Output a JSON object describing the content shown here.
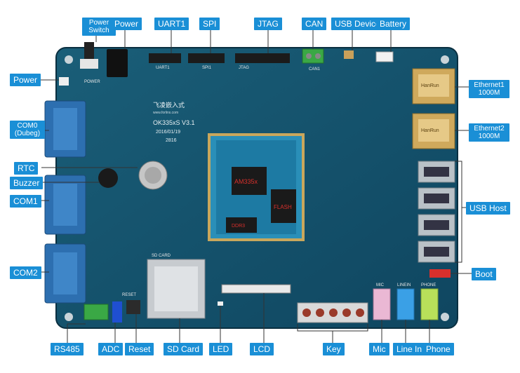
{
  "board": {
    "model": "OK335xS V3.1",
    "date": "2016/01/19",
    "code": "2816",
    "brand": "飞凌嵌入式",
    "brand_url": "www.forlinx.com",
    "chip_labels": {
      "cpu": "AM335x",
      "flash": "FLASH",
      "ddr": "DDR3"
    },
    "colors": {
      "pcb": "#14506a",
      "pcb_dark": "#0e3b4f",
      "label": "#1a8fd6",
      "connector": "#2d6fb0"
    }
  },
  "labels": {
    "power_switch": "Power Switch",
    "power_top": "Power",
    "uart1": "UART1",
    "spi": "SPI",
    "jtag": "JTAG",
    "can": "CAN",
    "usb_device": "USB Device",
    "battery": "Battery",
    "power_left": "Power",
    "com0": "COM0 (Dubeg)",
    "rtc": "RTC",
    "buzzer": "Buzzer",
    "com1": "COM1",
    "com2": "COM2",
    "ethernet1": "Ethernet1 1000M",
    "ethernet2": "Ethernet2 1000M",
    "usb_host": "USB Host",
    "boot": "Boot",
    "rs485": "RS485",
    "adc": "ADC",
    "reset": "Reset",
    "sd_card": "SD Card",
    "led": "LED",
    "lcd": "LCD",
    "key": "Key",
    "mic": "Mic",
    "line_in": "Line In",
    "phone": "Phone"
  },
  "silkscreen": {
    "sd_card": "SD CARD",
    "reset": "RESET",
    "mic": "MIC",
    "line_in": "LINEIN",
    "phone": "PHONE",
    "power": "POWER",
    "uart1": "UART1",
    "spi": "SPI1",
    "jtag": "JTAG",
    "can": "CAN1",
    "eth1": "HanRun",
    "eth2": "HanRun"
  }
}
